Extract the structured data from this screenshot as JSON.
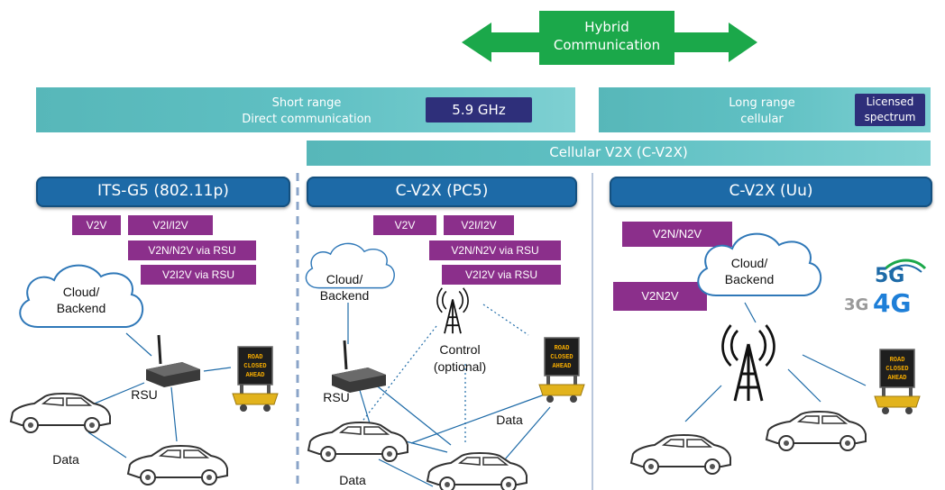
{
  "hybrid": {
    "line1": "Hybrid",
    "line2": "Communication",
    "color": "#1ba84a"
  },
  "short_range": {
    "line1": "Short range",
    "line2": "Direct communication",
    "badge": "5.9 GHz"
  },
  "long_range": {
    "line1": "Long range",
    "line2": "cellular",
    "badge_line1": "Licensed",
    "badge_line2": "spectrum"
  },
  "cellular_v2x": "Cellular V2X (C-V2X)",
  "panels": {
    "itsg5": {
      "title": "ITS-G5 (802.11p)",
      "tags": [
        "V2V",
        "V2I/I2V",
        "V2N/N2V via RSU",
        "V2I2V via RSU"
      ],
      "cloud_line1": "Cloud/",
      "cloud_line2": "Backend",
      "rsu": "RSU",
      "data": "Data"
    },
    "pc5": {
      "title": "C-V2X (PC5)",
      "tags": [
        "V2V",
        "V2I/I2V",
        "V2N/N2V via RSU",
        "V2I2V via RSU"
      ],
      "cloud_line1": "Cloud/",
      "cloud_line2": "Backend",
      "rsu": "RSU",
      "control_line1": "Control",
      "control_line2": "(optional)",
      "data_top": "Data",
      "data_bottom": "Data"
    },
    "uu": {
      "title": "C-V2X (Uu)",
      "tags": [
        "V2N/N2V",
        "V2N2V"
      ],
      "cloud_line1": "Cloud/",
      "cloud_line2": "Backend",
      "logo_5g": "5G",
      "logo_3g": "3G",
      "logo_4g": "4G"
    }
  },
  "sign_text": [
    "ROAD",
    "CLOSED",
    "AHEAD"
  ],
  "colors": {
    "band": "#5fc0c3",
    "badge": "#2e2f7a",
    "header": "#1d6aa7",
    "tag": "#8b2f8b"
  }
}
